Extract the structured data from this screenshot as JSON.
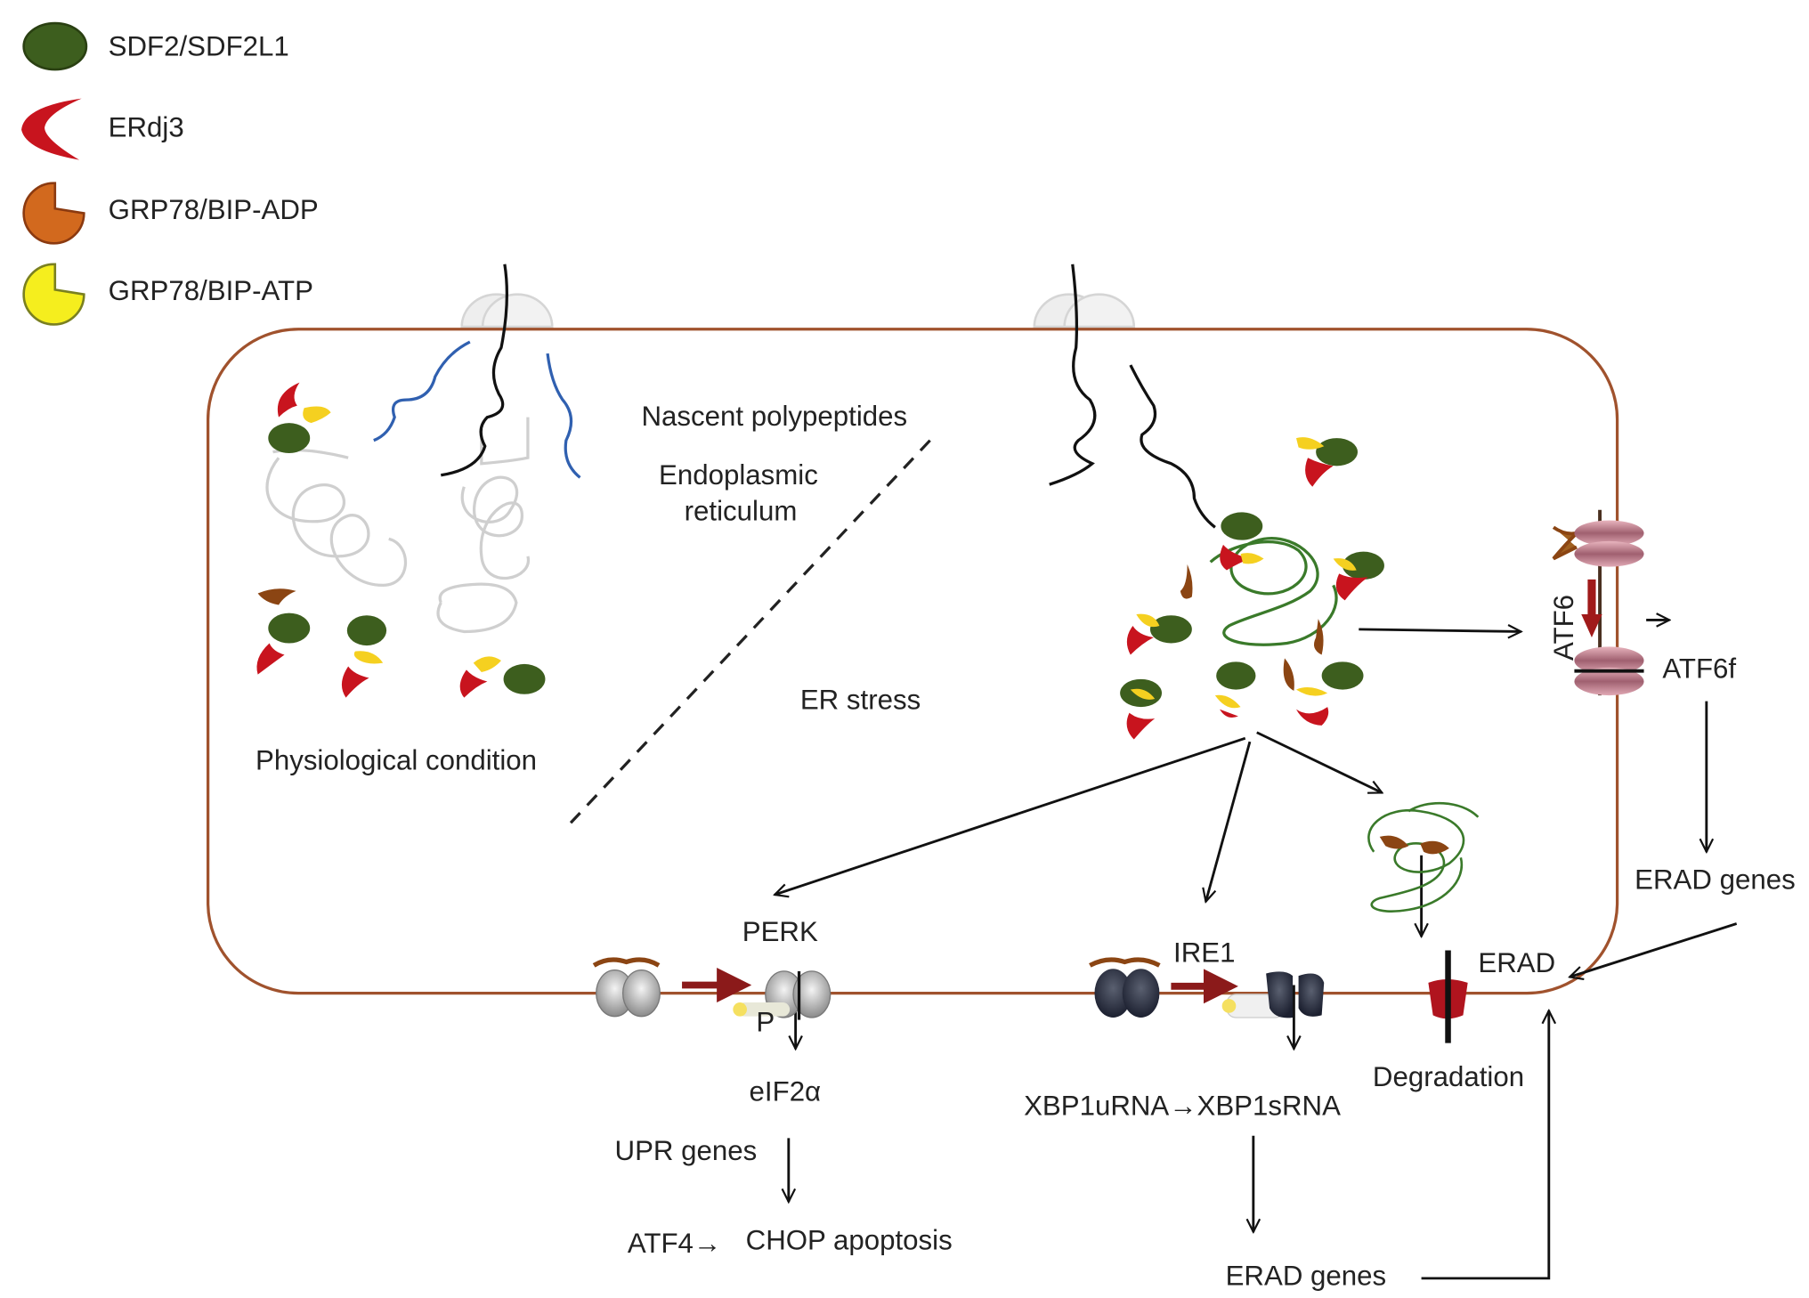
{
  "legend": [
    {
      "icon": "green-ellipse-icon",
      "label": "SDF2/SDF2L1",
      "color": "#3d5e1e"
    },
    {
      "icon": "red-crescent-icon",
      "label": "ERdj3",
      "color": "#c8141e"
    },
    {
      "icon": "orange-pacman-icon",
      "label": "GRP78/BIP-ADP",
      "color": "#d2691e"
    },
    {
      "icon": "yellow-pacman-icon",
      "label": "GRP78/BIP-ATP",
      "color": "#f5ee1e"
    }
  ],
  "labels": {
    "nascent": "Nascent polypeptides",
    "er_line1": "Endoplasmic",
    "er_line2": "reticulum",
    "physiological": "Physiological condition",
    "er_stress": "ER stress",
    "perk": "PERK",
    "p": "P",
    "eif2a": "eIF2α",
    "upr_genes": "UPR genes",
    "atf4": "ATF4→",
    "chop": "CHOP apoptosis",
    "ire1": "IRE1",
    "xbp1": "XBP1uRNA→XBP1sRNA",
    "erad_genes_bottom": "ERAD genes",
    "degradation": "Degradation",
    "erad": "ERAD",
    "atf6": "ATF6",
    "atf6f": "ATF6f",
    "erad_genes_right": "ERAD genes"
  },
  "colors": {
    "membrane": "#a0522d",
    "sdf2": "#3d5e1e",
    "erdj3": "#c8141e",
    "bip_adp": "#8b4513",
    "bip_atp": "#f5d020",
    "misfolded": "#3a7a2a",
    "nascent_blue": "#3060b0",
    "activation_arrow": "#8b1a1a"
  }
}
